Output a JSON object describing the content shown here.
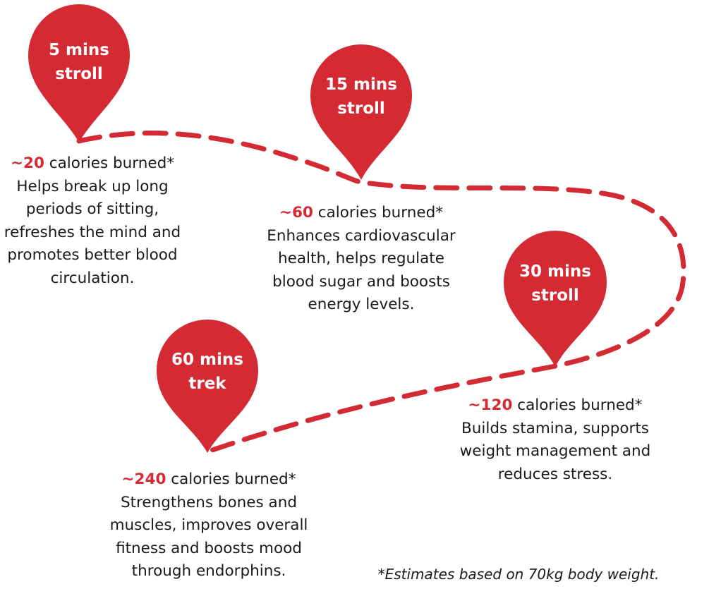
{
  "colors": {
    "accent": "#d42a33",
    "text": "#1a1a1a",
    "pin_text": "#ffffff"
  },
  "stops": [
    {
      "pin_line1": "5 mins",
      "pin_line2": "stroll",
      "calories": "~20",
      "calories_suffix": " calories burned*",
      "desc": [
        "Helps break up long",
        "periods of sitting,",
        "refreshes the mind and",
        "promotes better blood",
        "circulation."
      ]
    },
    {
      "pin_line1": "15 mins",
      "pin_line2": "stroll",
      "calories": "~60",
      "calories_suffix": " calories burned*",
      "desc": [
        "Enhances cardiovascular",
        "health, helps regulate",
        "blood sugar and boosts",
        "energy levels."
      ]
    },
    {
      "pin_line1": "30 mins",
      "pin_line2": "stroll",
      "calories": "~120",
      "calories_suffix": " calories burned*",
      "desc": [
        "Builds stamina, supports",
        "weight management and",
        "reduces stress."
      ]
    },
    {
      "pin_line1": "60 mins",
      "pin_line2": "trek",
      "calories": "~240",
      "calories_suffix": " calories burned*",
      "desc": [
        "Strengthens bones and",
        "muscles, improves overall",
        "fitness and boosts mood",
        "through endorphins."
      ]
    }
  ],
  "footnote": "*Estimates based on 70kg body weight."
}
